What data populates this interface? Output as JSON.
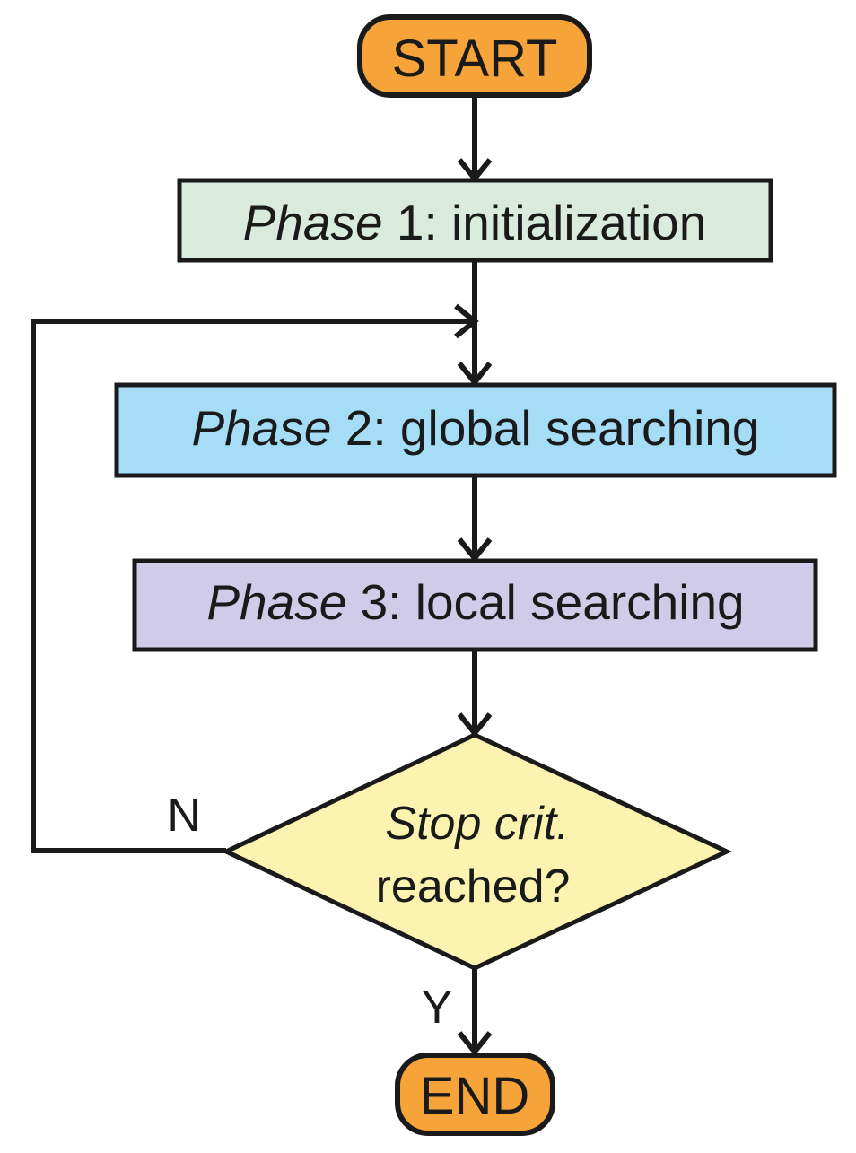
{
  "diagram": {
    "start": {
      "label": "START",
      "color": "#F6A43A"
    },
    "phase1": {
      "prefix": "Phase",
      "suffix": " 1: initialization",
      "color": "#D8EBDD"
    },
    "phase2": {
      "prefix": "Phase",
      "suffix": " 2: global searching",
      "color": "#A5DDF7"
    },
    "phase3": {
      "prefix": "Phase",
      "suffix": " 3: local searching",
      "color": "#CFCBE8"
    },
    "decision": {
      "line1": "Stop crit.",
      "line2": "reached?",
      "color": "#FCF3B0"
    },
    "no_label": "N",
    "yes_label": "Y",
    "end": {
      "label": "END",
      "color": "#F6A43A"
    },
    "stroke_color": "#1a1a1a"
  }
}
